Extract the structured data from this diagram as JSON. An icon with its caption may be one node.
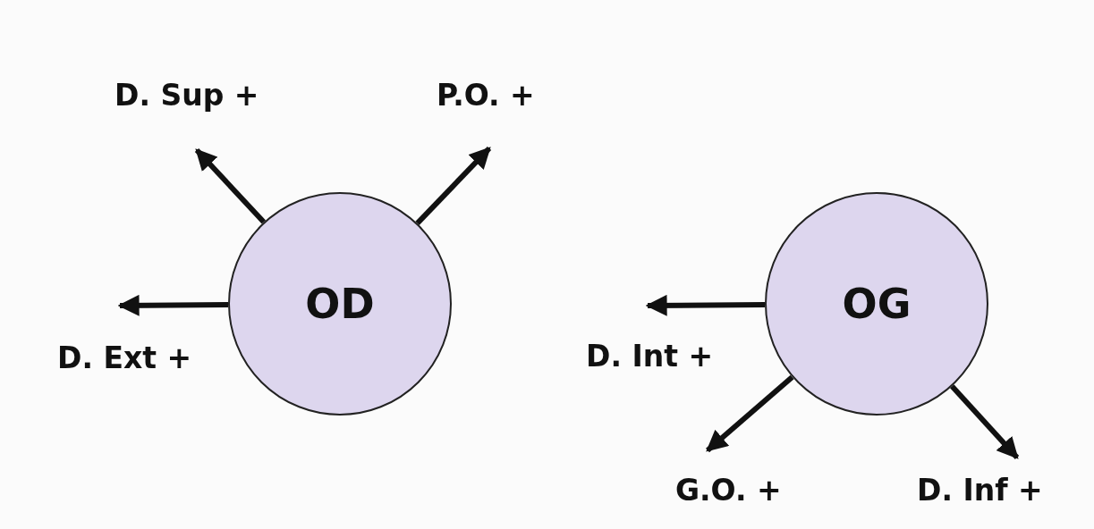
{
  "diagram": {
    "nodes": [
      {
        "text": [
          "D. Sup +"
        ]
      },
      {
        "text": [
          "P.O. +"
        ]
      },
      {
        "text": [
          "OD"
        ]
      },
      {
        "text": [
          "D. Ext +"
        ]
      },
      {
        "text": [
          "OG"
        ]
      },
      {
        "text": [
          "D. Int +"
        ]
      },
      {
        "text": [
          "G.O. +"
        ]
      },
      {
        "text": [
          "D. Inf +"
        ]
      }
    ],
    "edges": [
      {
        "from": 2,
        "to": 0,
        "arrow": "to"
      },
      {
        "from": 2,
        "to": 1,
        "arrow": "to"
      },
      {
        "from": 2,
        "to": 3,
        "arrow": "to"
      },
      {
        "from": 4,
        "to": 5,
        "arrow": "to"
      },
      {
        "from": 4,
        "to": 6,
        "arrow": "to"
      },
      {
        "from": 4,
        "to": 7,
        "arrow": "to"
      }
    ]
  }
}
